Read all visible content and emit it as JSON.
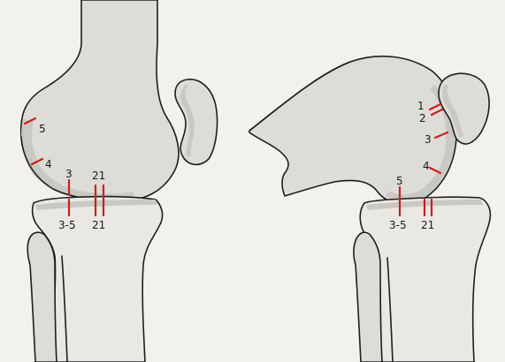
{
  "colors": {
    "background": "#f3f1ec",
    "bone": "#dddcd7",
    "cartilage": "#c9c8c3",
    "outline": "#1e1e1e",
    "marker": "#cc1f1f"
  },
  "left_view": {
    "labels": {
      "l5": "5",
      "l4": "4",
      "l3": "3",
      "l21_top": "21",
      "l35": "3-5",
      "l21_bottom": "21"
    }
  },
  "right_view": {
    "labels": {
      "l1": "1",
      "l2": "2",
      "l3": "3",
      "l4": "4",
      "l5": "5",
      "l35": "3-5",
      "l21": "21"
    }
  }
}
